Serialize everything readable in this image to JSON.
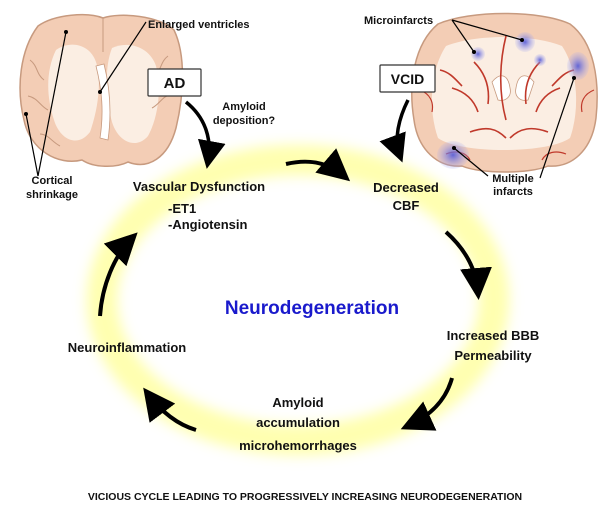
{
  "brains": {
    "left": {
      "badge": "AD",
      "callouts": {
        "ventricles": "Enlarged ventricles",
        "shrinkage_line1": "Cortical",
        "shrinkage_line2": "shrinkage"
      }
    },
    "right": {
      "badge": "VCID",
      "callouts": {
        "microinfarcts": "Microinfarcts",
        "multiple_line1": "Multiple",
        "multiple_line2": "infarcts"
      }
    }
  },
  "side_note": {
    "line1": "Amyloid",
    "line2": "deposition?"
  },
  "center": "Neurodegeneration",
  "cycle_nodes": {
    "vascular": {
      "title": "Vascular Dysfunction",
      "item1": "-ET1",
      "item2": "-Angiotensin"
    },
    "cbf": {
      "line1": "Decreased",
      "line2": "CBF"
    },
    "bbb": {
      "line1": "Increased BBB",
      "line2": "Permeability"
    },
    "amyloid": {
      "line1": "Amyloid",
      "line2": "accumulation",
      "line3": "microhemorrhages"
    },
    "inflammation": "Neuroinflammation"
  },
  "caption": "VICIOUS CYCLE LEADING TO PROGRESSIVELY INCREASING NEURODEGENERATION",
  "colors": {
    "center_text": "#1a1acc",
    "glow": "#ffff80",
    "brain_tissue": "#f3cdb5",
    "brain_white_matter": "#fbeee3",
    "vessel": "#c0392b",
    "infarct": "#8d8ee0",
    "arrow": "#000000"
  }
}
